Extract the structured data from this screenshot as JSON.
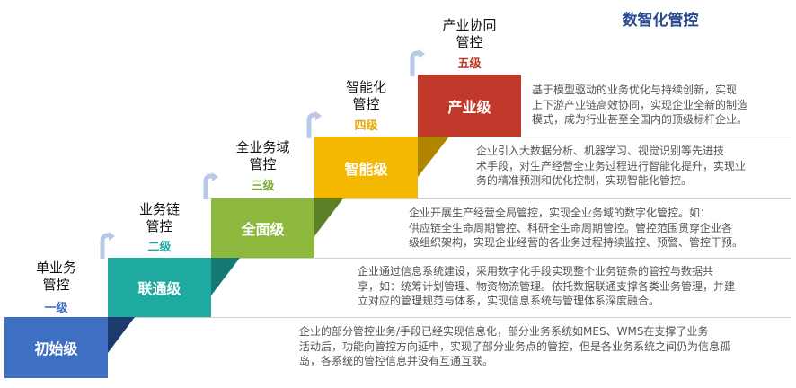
{
  "title": "数智化管控",
  "levels": [
    {
      "step_name": "初始级",
      "label_lines": [
        "单业务",
        "管控"
      ],
      "level": "一级",
      "color": "#3f6fc2",
      "level_color": "#3f6fc2",
      "desc_lines": [
        "企业的部分管控业务/手段已经实现信息化，部分业务系统如MES、WMS在支撑了业务",
        "活动后，功能向管控方向延申，实现了部分业务点的管控，但是各业务系统之间仍为信息孤",
        "岛，各系统的管控信息并没有互通互联。"
      ]
    },
    {
      "step_name": "联通级",
      "label_lines": [
        "业务链",
        "管控"
      ],
      "level": "二级",
      "color": "#1eaaa0",
      "level_color": "#1eaaa0",
      "desc_lines": [
        "企业通过信息系统建设，采用数字化手段实现整个业务链条的管控与数据共",
        "享，如：统筹计划管理、物资物流管理。依托数据联通支撑各类业务管理，并建",
        "立对应的管理规范与体系，实现信息系统与管理体系深度融合。"
      ]
    },
    {
      "step_name": "全面级",
      "label_lines": [
        "全业务域",
        "管控"
      ],
      "level": "三级",
      "color": "#8cb83e",
      "level_color": "#7aaa35",
      "desc_lines": [
        "企业开展生产经营全局管控，实现全业务域的数字化管控。如：",
        "供应链全生命周期管控、科研全生命周期管控。管控范围贯穿企业各",
        "级组织架构，实现企业经营的各业务过程持续监控、预警、管控干预。"
      ]
    },
    {
      "step_name": "智能级",
      "label_lines": [
        "智能化",
        "管控"
      ],
      "level": "四级",
      "color": "#f5b800",
      "level_color": "#e6a800",
      "desc_lines": [
        "企业引入大数据分析、机器学习、视觉识别等先进技",
        "术手段，对生产经营全业务过程进行智能化提升，实现业",
        "务的精准预测和优化控制，实现智能化管控。"
      ]
    },
    {
      "step_name": "产业级",
      "label_lines": [
        "产业协同",
        "管控"
      ],
      "level": "五级",
      "color": "#c0392b",
      "level_color": "#c0392b",
      "desc_lines": [
        "基于模型驱动的业务优化与持续创新，实现",
        "上下游产业链高效协同，实现企业全新的制造",
        "模式，成为行业甚至全国内的顶级标杆企业。"
      ]
    }
  ]
}
